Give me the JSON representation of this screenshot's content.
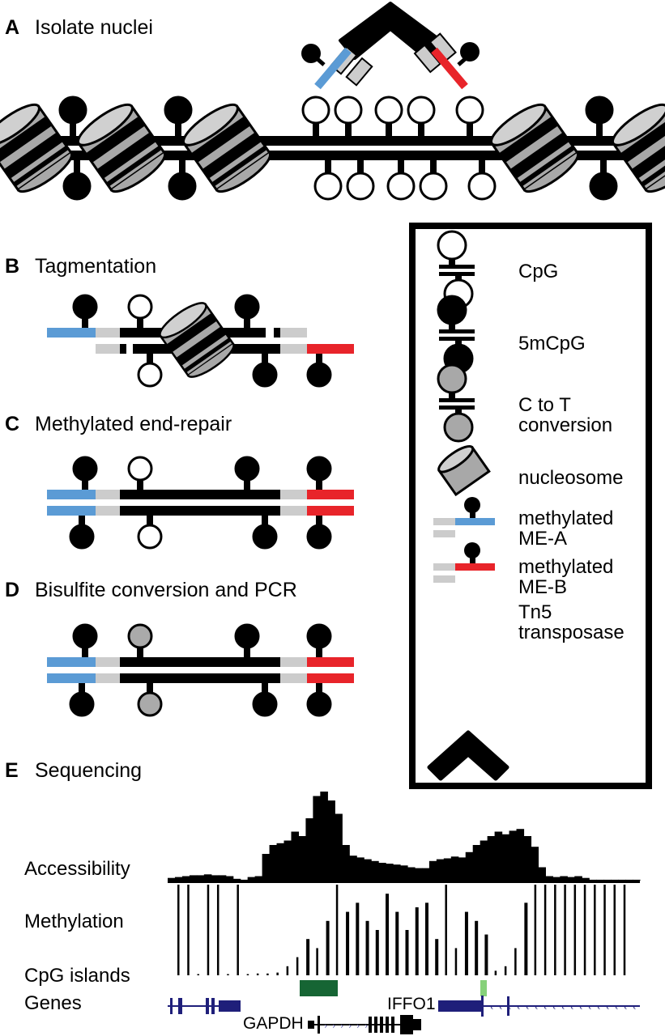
{
  "panels": {
    "a": {
      "letter": "A",
      "title": "Isolate nuclei"
    },
    "b": {
      "letter": "B",
      "title": "Tagmentation"
    },
    "c": {
      "letter": "C",
      "title": "Methylated end-repair"
    },
    "d": {
      "letter": "D",
      "title": "Bisulfite conversion and PCR"
    },
    "e": {
      "letter": "E",
      "title": "Sequencing"
    }
  },
  "legend": {
    "items": [
      {
        "icon": "unmethylated-cpg-icon",
        "label": "CpG"
      },
      {
        "icon": "methylated-cpg-icon",
        "label": "5mCpG"
      },
      {
        "icon": "converted-cpg-icon",
        "label": "C to T\nconversion"
      },
      {
        "icon": "nucleosome-icon",
        "label": "nucleosome"
      },
      {
        "icon": "adapter-a-icon",
        "label": "methylated\nME-A"
      },
      {
        "icon": "adapter-b-icon",
        "label": "methylated\nME-B"
      },
      {
        "icon": "tn5-icon",
        "label": "Tn5\ntransposase"
      }
    ]
  },
  "tracks": {
    "accessibility": "Accessibility",
    "methylation": "Methylation",
    "cpg_islands": "CpG islands",
    "genes": "Genes"
  },
  "genes": {
    "gapdh": "GAPDH",
    "iffo1": "IFFO1"
  },
  "colors": {
    "adapter_a": "#5b9bd5",
    "adapter_b": "#e8242a",
    "adapter_gray": "#cccccc",
    "nucleosome_light": "#d0d0d0",
    "nucleosome_dark": "#a8a8a8",
    "converted": "#aaaaaa",
    "cpg_island_dark": "#166534",
    "cpg_island_light": "#86d17a",
    "gene_blue": "#1f1f7a"
  },
  "chart_data": {
    "type": "area",
    "title": "Sequencing",
    "tracks": [
      "Accessibility",
      "Methylation",
      "CpG islands",
      "Genes"
    ],
    "accessibility_profile": [
      3,
      4,
      5,
      6,
      6,
      7,
      6,
      6,
      5,
      2,
      1,
      4,
      5,
      30,
      40,
      42,
      45,
      55,
      50,
      70,
      95,
      100,
      90,
      75,
      40,
      28,
      26,
      24,
      22,
      20,
      19,
      18,
      17,
      15,
      14,
      14,
      22,
      24,
      25,
      27,
      26,
      32,
      40,
      45,
      50,
      55,
      52,
      56,
      58,
      50,
      38,
      15,
      5,
      4,
      5,
      4,
      5,
      3,
      1,
      1,
      1,
      1,
      1,
      1,
      1
    ],
    "methylation_profile": [
      1,
      1,
      0,
      1,
      1,
      0,
      1,
      0,
      0.02,
      0.02,
      0.03,
      0.1,
      0.2,
      0.4,
      0.3,
      0.6,
      1,
      0.7,
      0.8,
      0.6,
      0.5,
      0.9,
      0.7,
      0.5,
      0.75,
      0.8,
      0.4,
      1,
      0.3,
      0.7,
      0.6,
      0.45,
      0.05,
      0.1,
      0.3,
      0.8,
      1,
      1,
      1,
      1,
      1,
      1,
      1,
      1,
      1,
      1
    ],
    "cpg_islands": [
      {
        "shade": "dark",
        "position": "under GAPDH"
      },
      {
        "shade": "light",
        "position": "IFFO1 promoter"
      }
    ],
    "genes": [
      {
        "name": "GAPDH",
        "strand": "+"
      },
      {
        "name": "IFFO1",
        "strand": "-"
      }
    ]
  }
}
